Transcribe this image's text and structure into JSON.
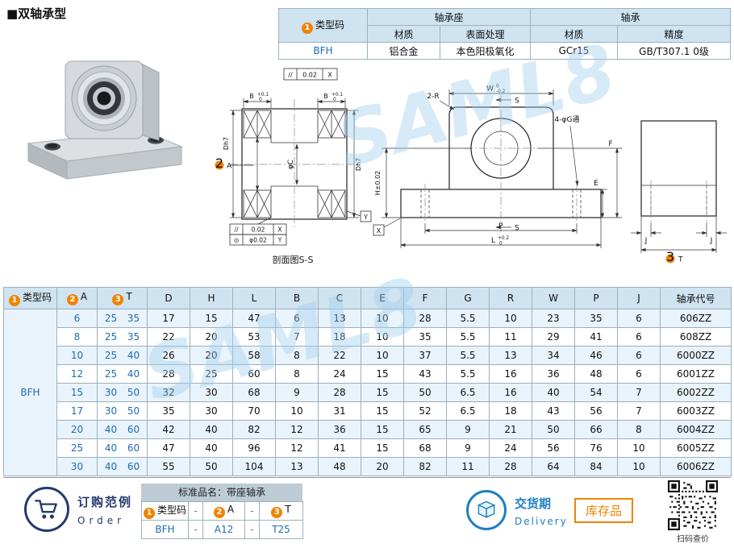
{
  "colors": {
    "accent_blue": "#1e6cb0",
    "orange": "#f08300",
    "header_bg": "#cfe3f1",
    "row_alt": "#e9f3fb",
    "navy": "#233a6d",
    "delivery_blue": "#1f7fc0"
  },
  "nums": {
    "one": "1",
    "two": "2",
    "three": "3"
  },
  "labels": {
    "type": "类型码",
    "a": "A",
    "t": "T",
    "code_col": "轴承代号"
  },
  "page_title": "■双轴承型",
  "watermark": "SAML8",
  "spec_table": {
    "housing": "轴承座",
    "bearing": "轴承",
    "material": "材质",
    "surface": "表面处理",
    "precision": "精度",
    "row": {
      "code": "BFH",
      "housing_material": "铝合金",
      "surface": "本色阳极氧化",
      "bearing_material": "GCr15",
      "precision": "GB/T307.1 0级"
    }
  },
  "drawing": {
    "fcf_parallel": {
      "sym": "//",
      "val": "0.02",
      "datum": "X"
    },
    "fcf_concentric": {
      "sym": "◎",
      "val": "φ0.02",
      "datum": "Y"
    },
    "datum_x": "X",
    "datum_y": "Y",
    "dim_b": "B",
    "tol_b_plus": "+0.1",
    "tol_b_zero": "0",
    "dim_d": "Dh7",
    "dim_a": "A",
    "dim_c": "φC",
    "section_title": "剖面图S-S",
    "corner_r": "2-R",
    "dim_w": "W",
    "tol_w_upper": "0",
    "tol_w_lower": "-0.2",
    "dim_s": "S",
    "dim_f": "F",
    "dim_e": "E",
    "dim_h": "H±0.02",
    "dim_p": "P",
    "dim_l": "L",
    "tol_l_plus": "+0.2",
    "tol_l_zero": "0",
    "holes": "4-φG通",
    "dim_j": "J",
    "dim_t": "T"
  },
  "main_table": {
    "headers": [
      "D",
      "H",
      "L",
      "B",
      "C",
      "E",
      "F",
      "G",
      "R",
      "W",
      "P",
      "J"
    ],
    "type_code": "BFH",
    "rows": [
      [
        "6",
        "25 35",
        "17",
        "15",
        "47",
        "6",
        "13",
        "10",
        "28",
        "5.5",
        "10",
        "23",
        "35",
        "6",
        "606ZZ"
      ],
      [
        "8",
        "25 35",
        "22",
        "20",
        "53",
        "7",
        "18",
        "10",
        "35",
        "5.5",
        "11",
        "29",
        "41",
        "6",
        "608ZZ"
      ],
      [
        "10",
        "25 40",
        "26",
        "20",
        "58",
        "8",
        "22",
        "10",
        "37",
        "5.5",
        "13",
        "34",
        "46",
        "6",
        "6000ZZ"
      ],
      [
        "12",
        "25 40",
        "28",
        "25",
        "60",
        "8",
        "24",
        "15",
        "43",
        "5.5",
        "16",
        "36",
        "48",
        "6",
        "6001ZZ"
      ],
      [
        "15",
        "30 50",
        "32",
        "30",
        "68",
        "9",
        "28",
        "15",
        "50",
        "6.5",
        "16",
        "40",
        "54",
        "7",
        "6002ZZ"
      ],
      [
        "17",
        "30 50",
        "35",
        "30",
        "70",
        "10",
        "31",
        "15",
        "52",
        "6.5",
        "18",
        "43",
        "56",
        "7",
        "6003ZZ"
      ],
      [
        "20",
        "40 60",
        "42",
        "40",
        "82",
        "12",
        "36",
        "15",
        "65",
        "9",
        "21",
        "50",
        "66",
        "8",
        "6004ZZ"
      ],
      [
        "25",
        "40 60",
        "47",
        "40",
        "96",
        "12",
        "41",
        "15",
        "68",
        "9",
        "24",
        "56",
        "76",
        "10",
        "6005ZZ"
      ],
      [
        "30",
        "40 60",
        "55",
        "50",
        "104",
        "13",
        "48",
        "20",
        "82",
        "11",
        "28",
        "64",
        "84",
        "10",
        "6006ZZ"
      ]
    ]
  },
  "footer": {
    "order_title": "订购范例",
    "order_sub": "Order",
    "std_name": "标准品名：带座轴承",
    "sample": {
      "code": "BFH",
      "a": "A12",
      "t": "T25",
      "dash": "-"
    },
    "delivery_title": "交货期",
    "delivery_sub": "Delivery",
    "stock": "库存品",
    "qr_caption": "扫码查价"
  }
}
